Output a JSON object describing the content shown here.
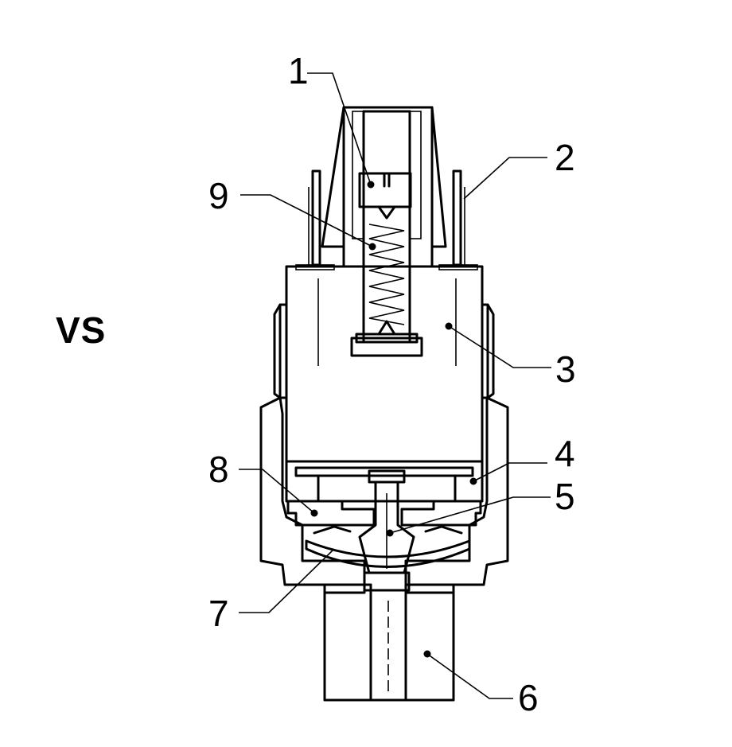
{
  "side_label": "VS",
  "callouts": [
    {
      "id": "1",
      "text": "1"
    },
    {
      "id": "2",
      "text": "2"
    },
    {
      "id": "3",
      "text": "3"
    },
    {
      "id": "4",
      "text": "4"
    },
    {
      "id": "5",
      "text": "5"
    },
    {
      "id": "6",
      "text": "6"
    },
    {
      "id": "7",
      "text": "7"
    },
    {
      "id": "8",
      "text": "8"
    },
    {
      "id": "9",
      "text": "9"
    }
  ]
}
